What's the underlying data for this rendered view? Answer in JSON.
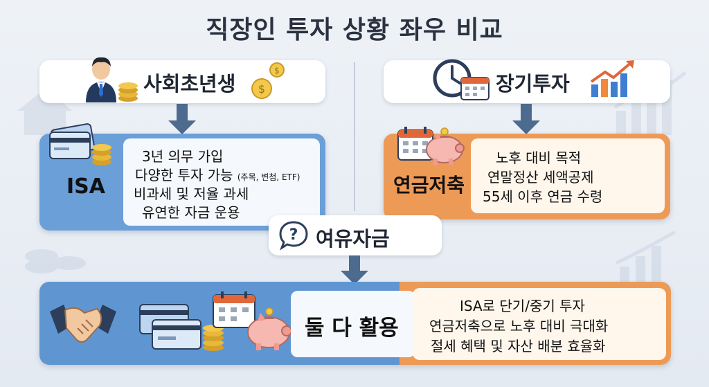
{
  "title": "직장인 투자 상황 좌우 비교",
  "left": {
    "label": "사회초년생",
    "panel": {
      "name": "ISA",
      "lines": [
        "3년 의무 가입",
        "다양한 투자 가능",
        "비과세 및 저율 과세",
        "유연한 자금 운용"
      ],
      "line2_note": "(주목, 변첨, ETF)"
    }
  },
  "right": {
    "label": "장기투자",
    "panel": {
      "name": "연금저축",
      "lines": [
        "노후 대비 목적",
        "연말정산 세액공제",
        "55세 이후 연금 수령"
      ]
    }
  },
  "middle": {
    "label": "여유자금"
  },
  "bottom": {
    "name": "둘 다 활용",
    "lines": [
      "ISA로 단기/중기 투자",
      "연금저축으로 노후 대비 극대화",
      "절세 혜택 및 자산 배분 효율화"
    ]
  },
  "colors": {
    "blue_panel": "#6a9fd8",
    "orange_panel": "#ee9a57",
    "arrow": "#4d6a8f"
  }
}
